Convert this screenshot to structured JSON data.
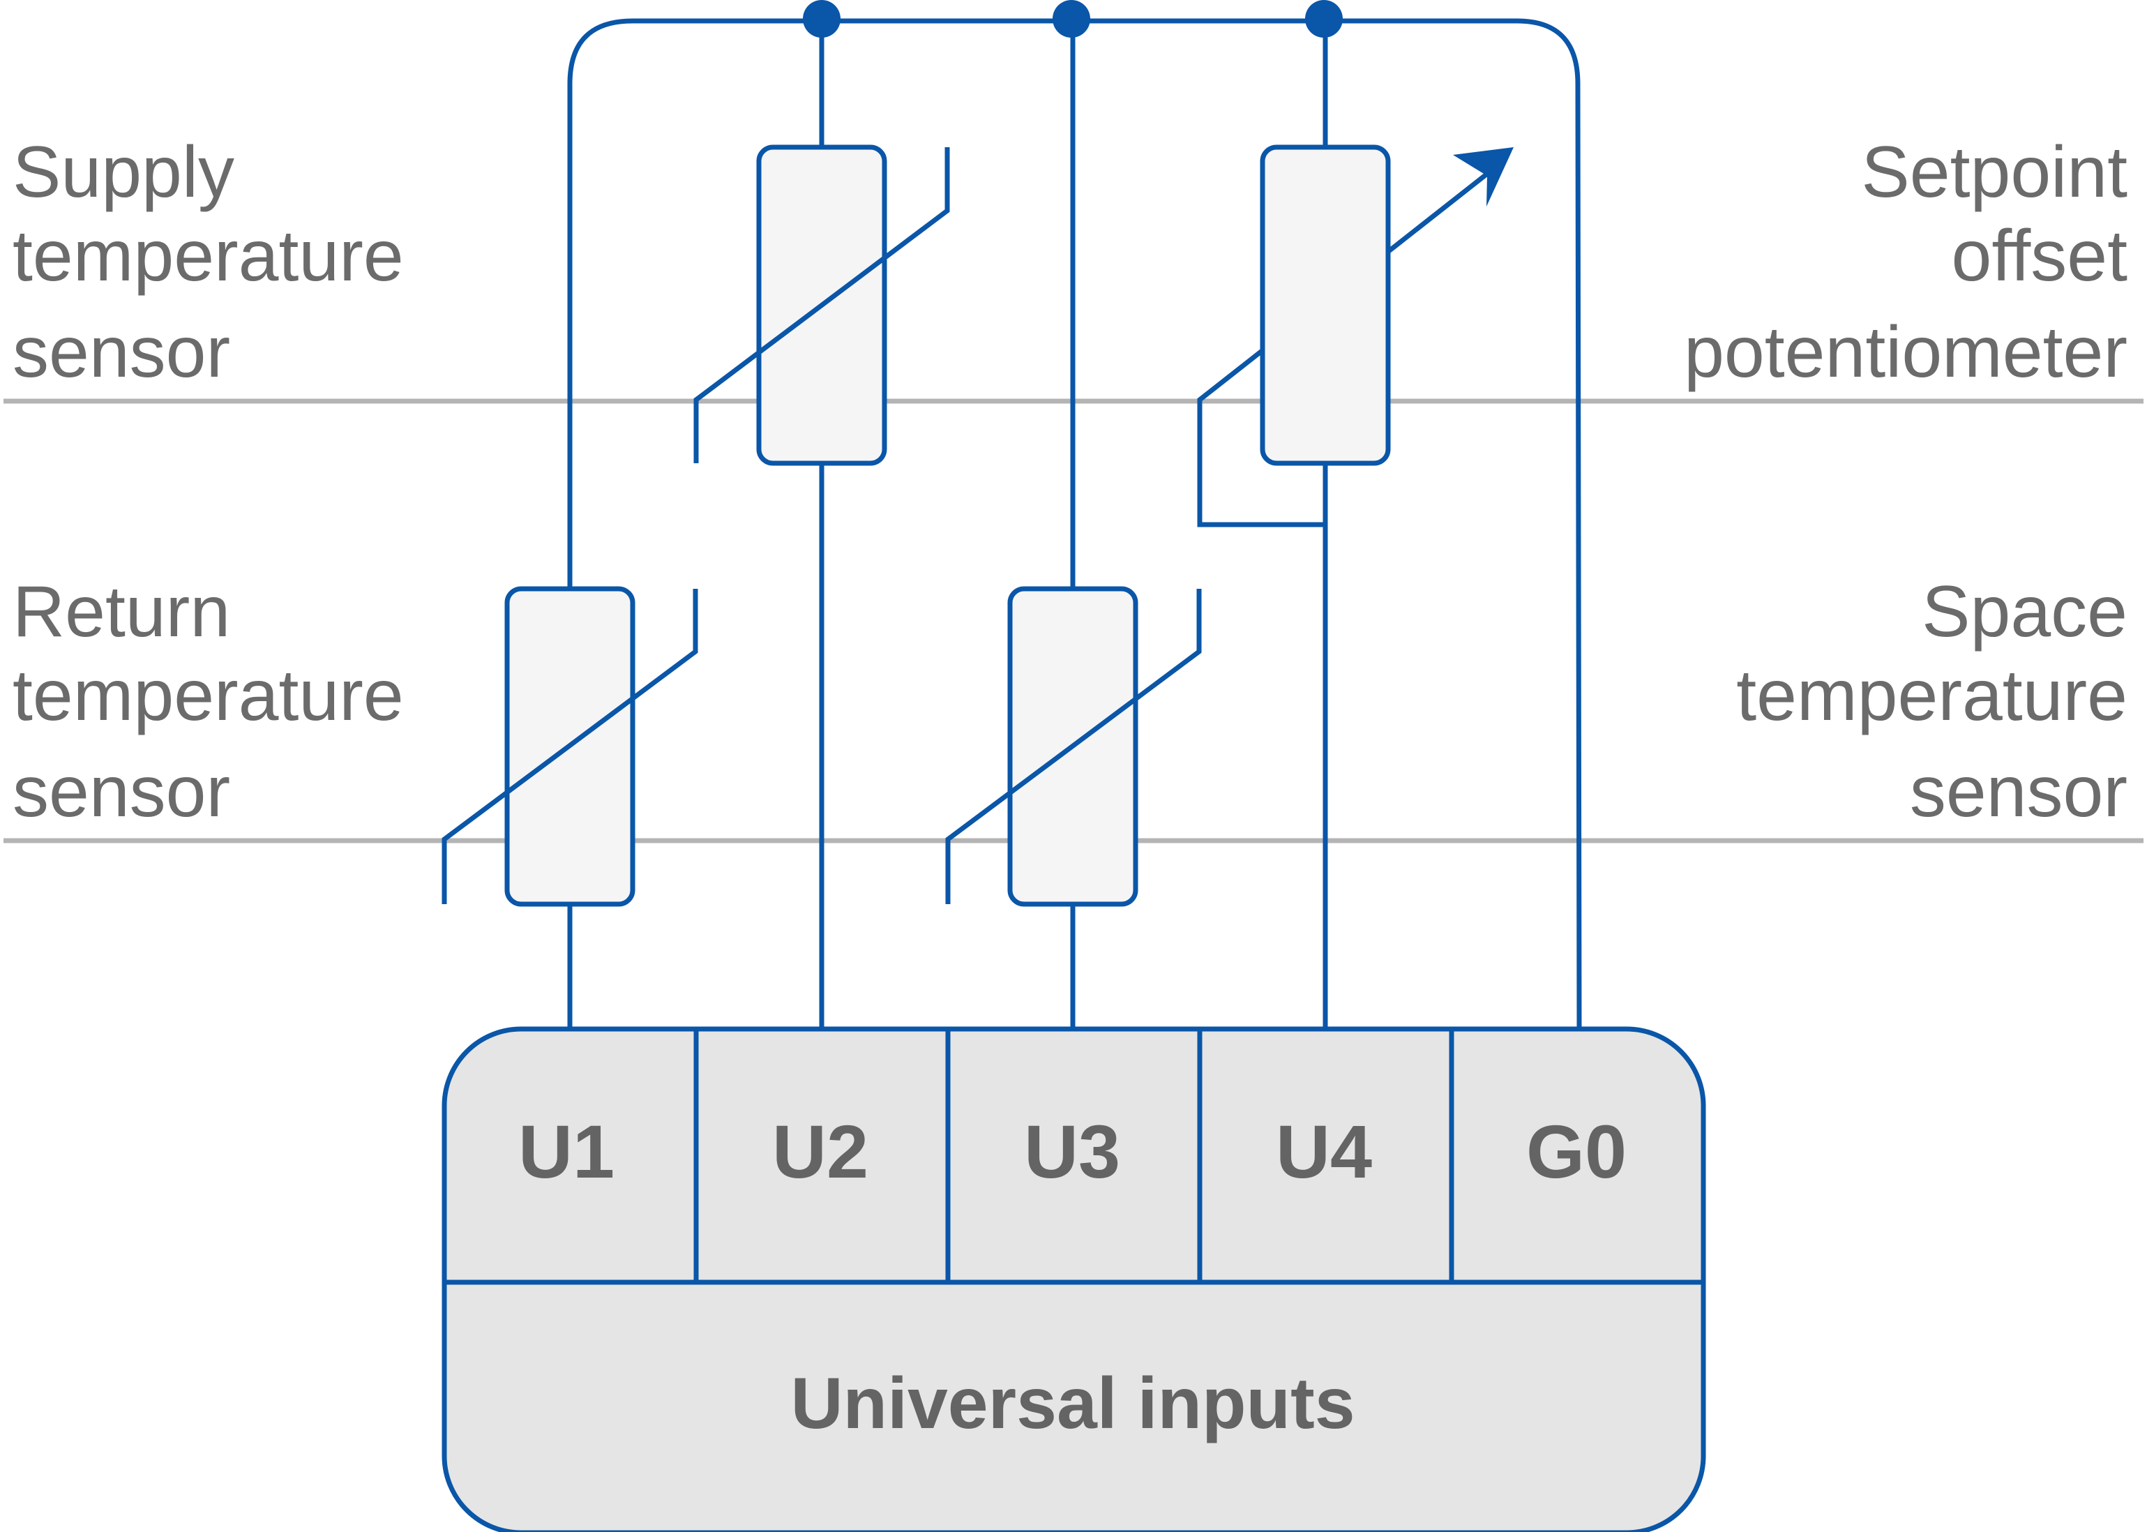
{
  "colors": {
    "wire": "#0a56a8",
    "guide_line": "#b4b4b4",
    "component_fill": "#f5f5f5",
    "block_fill": "#e5e5e5",
    "label_text": "#6b6b6b",
    "terminal_text": "#646464"
  },
  "labels": {
    "supply_sensor": [
      "Supply",
      "temperature",
      "sensor"
    ],
    "return_sensor": [
      "Return",
      "temperature",
      "sensor"
    ],
    "setpoint_potentiometer": [
      "Setpoint",
      "offset",
      "potentiometer"
    ],
    "space_sensor": [
      "Space",
      "temperature",
      "sensor"
    ]
  },
  "terminals": [
    "U1",
    "U2",
    "U3",
    "U4",
    "G0"
  ],
  "block_title": "Universal inputs"
}
